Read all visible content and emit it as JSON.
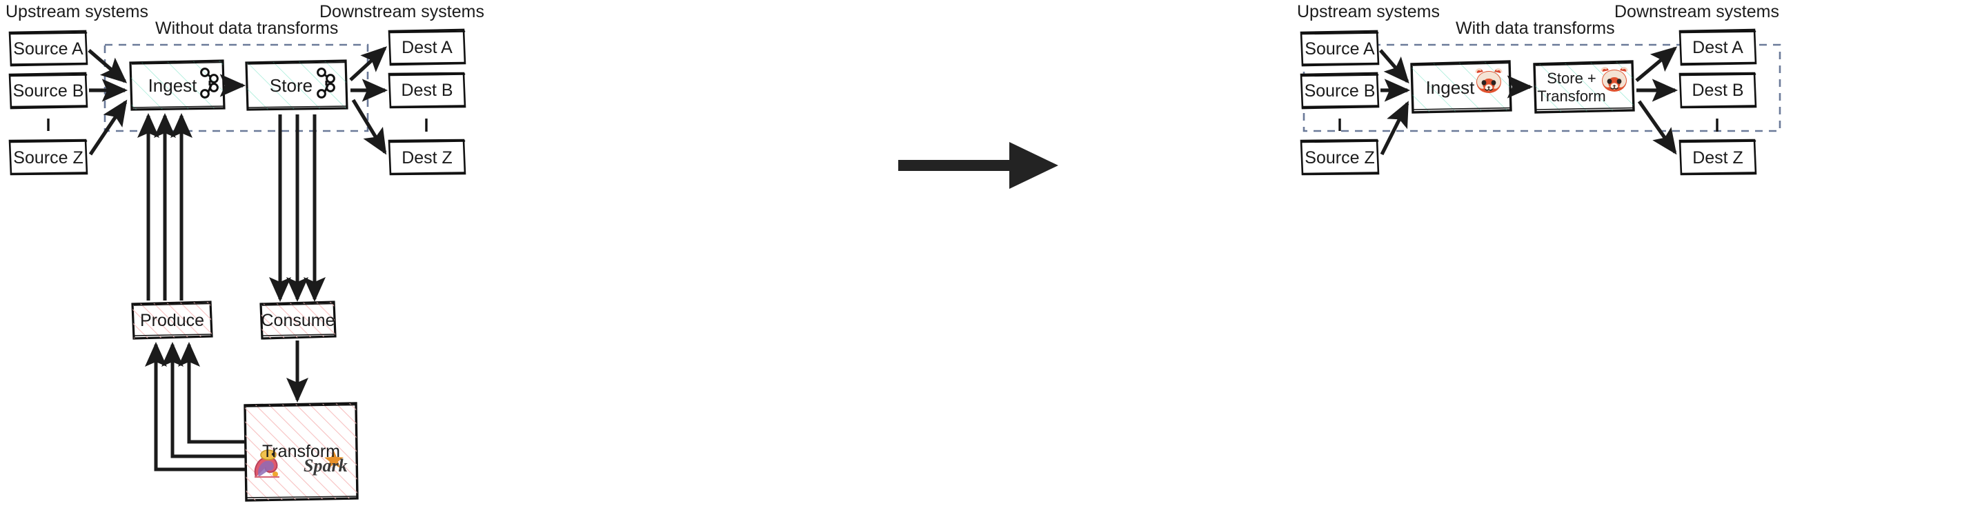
{
  "panels": [
    {
      "id": "without",
      "title": "Without data transforms",
      "upstream_label": "Upstream systems",
      "downstream_label": "Downstream systems",
      "sources": [
        "Source A",
        "Source B",
        "Source Z"
      ],
      "destinations": [
        "Dest A",
        "Dest B",
        "Dest Z"
      ],
      "pipeline": [
        {
          "label": "Ingest",
          "icon": "kafka-icon",
          "fill": "teal"
        },
        {
          "label": "Store",
          "icon": "kafka-icon",
          "fill": "teal"
        }
      ],
      "external": [
        {
          "label": "Produce",
          "icon": null,
          "fill": "pink"
        },
        {
          "label": "Consume",
          "icon": null,
          "fill": "pink"
        },
        {
          "label": "Transform",
          "icons": [
            "flink-icon",
            "spark-icon"
          ],
          "fill": "pink"
        }
      ]
    },
    {
      "id": "with",
      "title": "With data transforms",
      "upstream_label": "Upstream systems",
      "downstream_label": "Downstream systems",
      "sources": [
        "Source A",
        "Source B",
        "Source Z"
      ],
      "destinations": [
        "Dest A",
        "Dest B",
        "Dest Z"
      ],
      "pipeline": [
        {
          "label": "Ingest",
          "icon": "redpanda-icon",
          "fill": "teal"
        },
        {
          "label": "Store +\nTransform",
          "icon": "redpanda-icon",
          "fill": "teal"
        }
      ],
      "external": []
    }
  ],
  "transition_arrow": "big-right-arrow",
  "colors": {
    "stroke": "#1b1b1b",
    "teal_hatch": "#34d3a6",
    "pink_hatch": "#f2b3b3",
    "dashed_boundary": "#6b7a99",
    "spark_orange": "#e8912a",
    "redpanda_red": "#d8442b",
    "background": "#ffffff"
  }
}
